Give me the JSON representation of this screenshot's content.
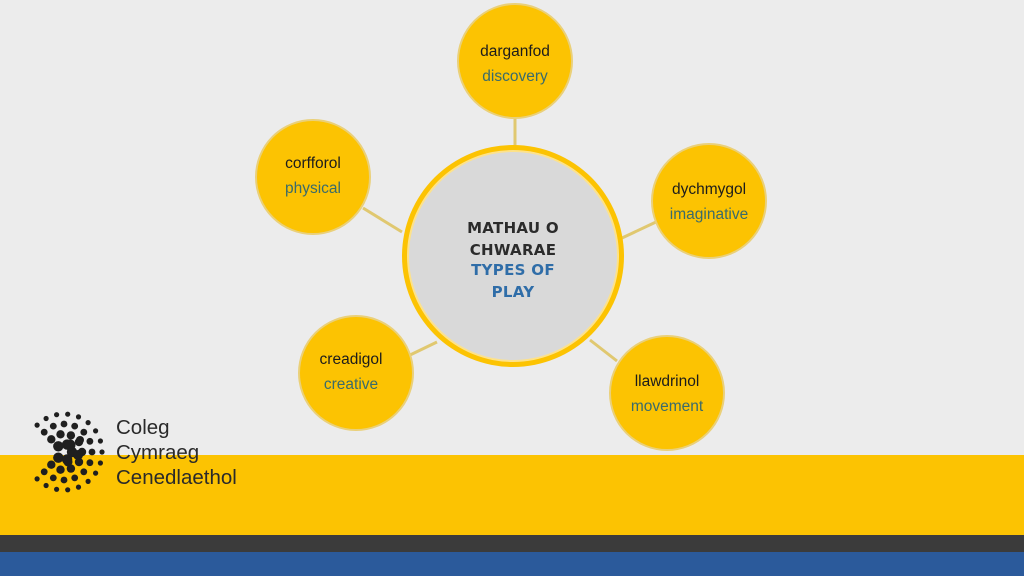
{
  "center": {
    "welsh_line1": "MATHAU O",
    "welsh_line2": "CHWARAE",
    "english_line1": "TYPES OF",
    "english_line2": "PLAY"
  },
  "nodes": [
    {
      "id": "darganfod",
      "welsh": "darganfod",
      "english": "discovery"
    },
    {
      "id": "corfforol",
      "welsh": "corfforol",
      "english": "physical"
    },
    {
      "id": "dychmygol",
      "welsh": "dychmygol",
      "english": "imaginative"
    },
    {
      "id": "creadigol",
      "welsh": "creadigol",
      "english": "creative"
    },
    {
      "id": "llawdrinol",
      "welsh": "llawdrinol",
      "english": "movement"
    }
  ],
  "logo": {
    "line1": "Coleg",
    "line2": "Cymraeg",
    "line3": "Cenedlaethol"
  },
  "colors": {
    "background": "#ececec",
    "node_fill": "#fcc302",
    "node_stroke": "#e9cf72",
    "center_fill": "#d9d9d9",
    "center_ring": "#fcc302",
    "welsh_text": "#1c1c1c",
    "english_text": "#3a6b6b",
    "center_english": "#2f6da8",
    "band_yellow": "#fcc302",
    "band_dark": "#3b3b3b",
    "band_blue": "#2b5a9b"
  }
}
